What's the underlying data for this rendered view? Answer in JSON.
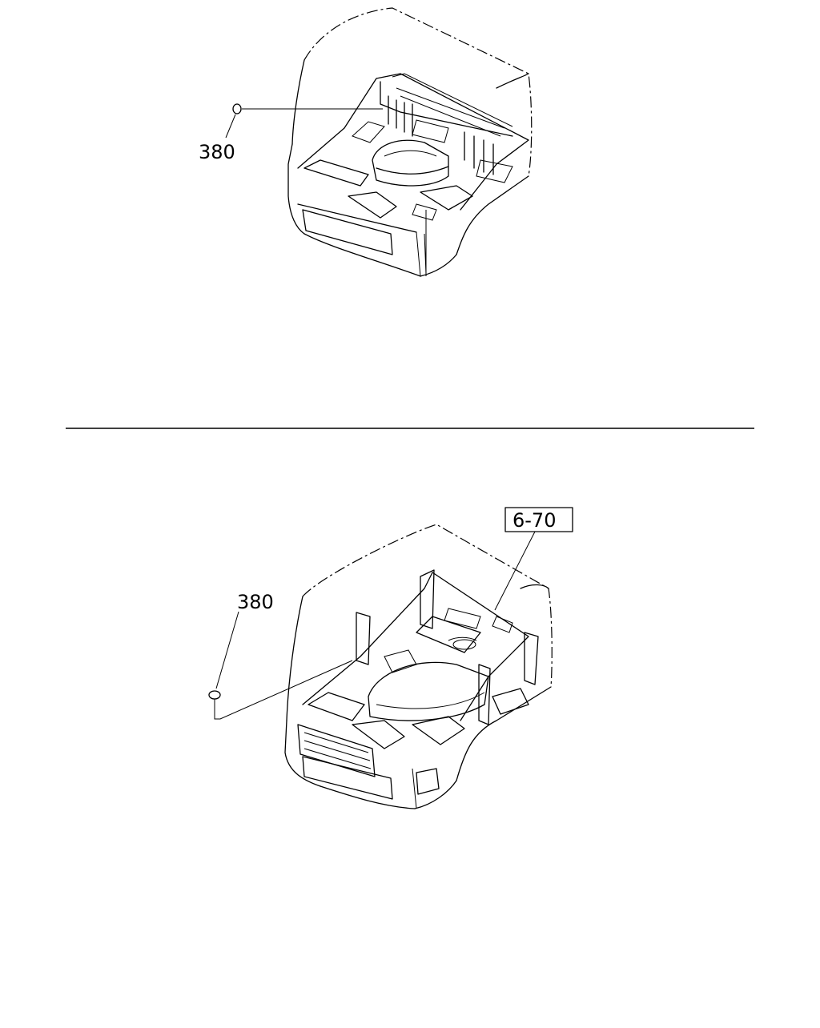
{
  "views": [
    {
      "callouts": [
        {
          "part_number": "380"
        }
      ]
    },
    {
      "callouts": [
        {
          "part_number": "380"
        }
      ],
      "reference": {
        "label": "6-70"
      }
    }
  ]
}
